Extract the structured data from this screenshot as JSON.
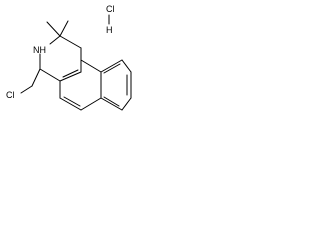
{
  "molecule": {
    "salt": {
      "label": "ClH"
    },
    "atoms": {
      "nh": "NH",
      "cl": "Cl"
    }
  }
}
